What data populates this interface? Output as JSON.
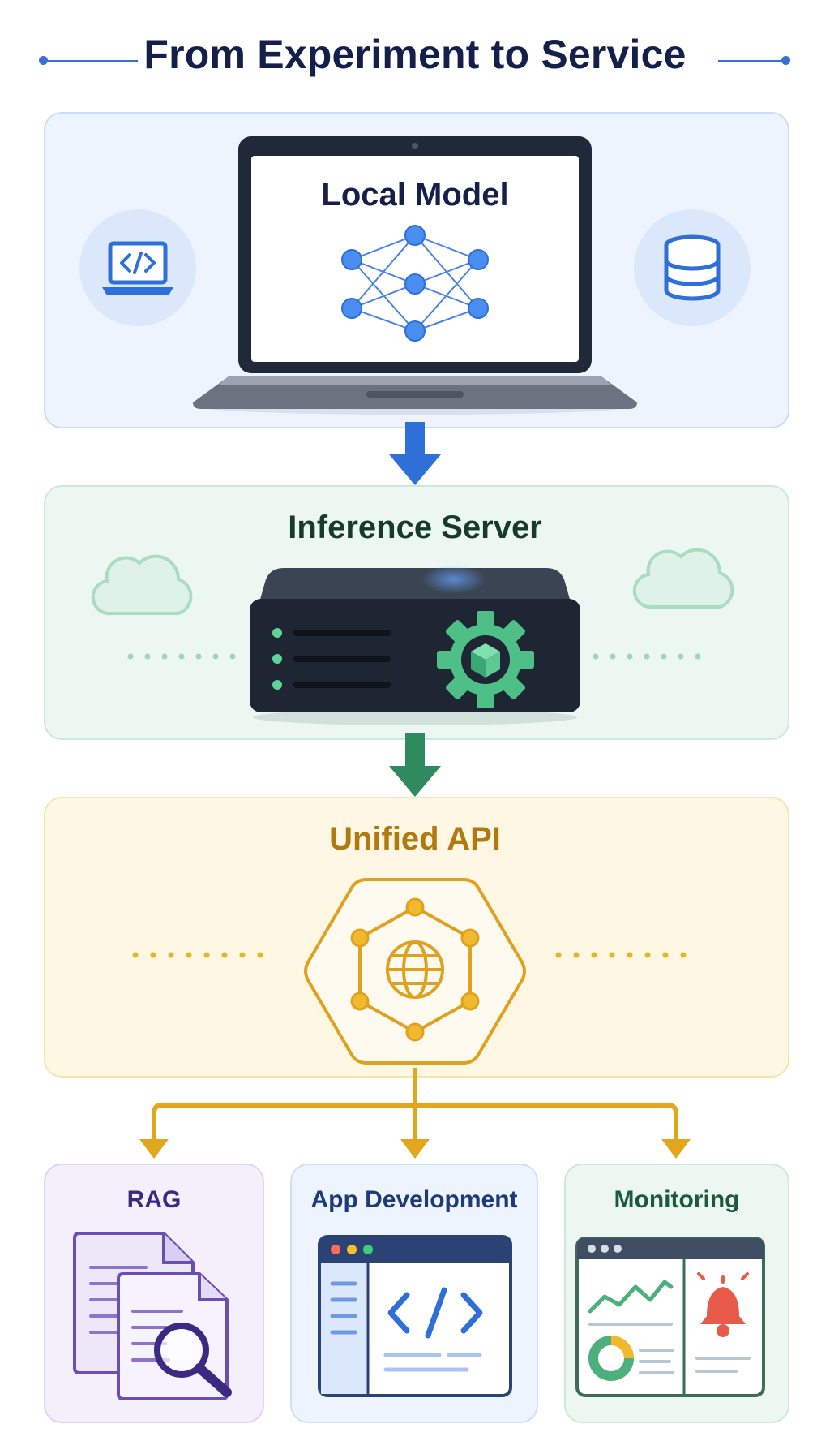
{
  "title": "From Experiment to Service",
  "stages": {
    "local": {
      "label": "Local Model"
    },
    "server": {
      "label": "Inference Server"
    },
    "api": {
      "label": "Unified API"
    }
  },
  "consumers": {
    "rag": {
      "label": "RAG"
    },
    "app": {
      "label": "App Development"
    },
    "monitoring": {
      "label": "Monitoring"
    }
  },
  "colors": {
    "title": "#14204a",
    "blue": "#2f6fd8",
    "green": "#2f8a5e",
    "gold": "#e2a71c",
    "purple": "#6b4db3",
    "red": "#e85b4a"
  },
  "icons": {
    "local_left": "code-laptop-icon",
    "local_right": "database-icon",
    "server_center": "gear-cube-icon",
    "api_center": "globe-network-icon"
  }
}
